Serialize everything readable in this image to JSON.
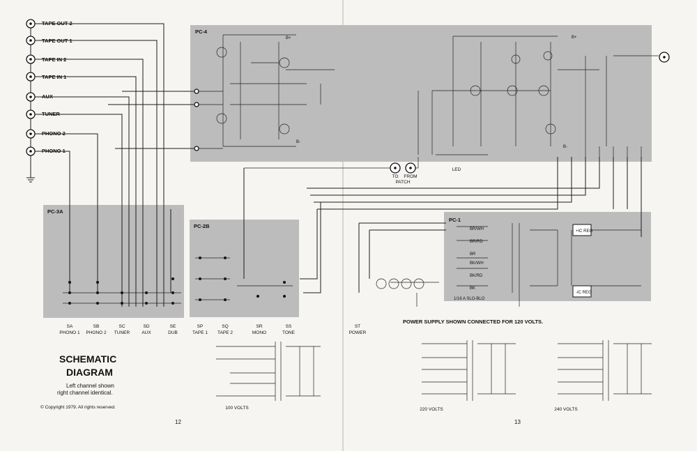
{
  "inputs": [
    "TAPE OUT 2",
    "TAPE OUT 1",
    "TAPE IN 2",
    "TAPE IN 1",
    "AUX",
    "TUNER",
    "PHONO 2",
    "PHONO 1"
  ],
  "boards": [
    "PC-4",
    "PC-3A",
    "PC-2B",
    "PC-1"
  ],
  "switches": [
    {
      "code": "SA",
      "name": "PHONO 1"
    },
    {
      "code": "SB",
      "name": "PHONO 2"
    },
    {
      "code": "SC",
      "name": "TUNER"
    },
    {
      "code": "SD",
      "name": "AUX"
    },
    {
      "code": "SE",
      "name": "DUB"
    },
    {
      "code": "SP",
      "name": "TAPE 1"
    },
    {
      "code": "SQ",
      "name": "TAPE 2"
    },
    {
      "code": "SR",
      "name": "MONO"
    },
    {
      "code": "SS",
      "name": "TONE"
    },
    {
      "code": "ST",
      "name": "POWER"
    }
  ],
  "patch": {
    "to": "TO",
    "from": "FROM",
    "label": "PATCH"
  },
  "led": "LED",
  "rails": {
    "b_plus": "B+",
    "b_minus": "B-"
  },
  "taps": [
    "BR/WH",
    "BR/RD",
    "BR",
    "BK/WH",
    "BK/RD",
    "BK"
  ],
  "fuse": "1/16 A SLO-BLO",
  "regulators": [
    "+IC REG",
    "-IC REG"
  ],
  "power_note": "POWER SUPPLY SHOWN CONNECTED FOR 120 VOLTS.",
  "voltage_variants": [
    "100 VOLTS",
    "220 VOLTS",
    "240 VOLTS"
  ],
  "title": {
    "line1": "SCHEMATIC",
    "line2": "DIAGRAM"
  },
  "caption": [
    "Left channel shown",
    "right channel identical."
  ],
  "copyright": "© Copyright 1979. All rights reserved.",
  "pages": [
    "12",
    "13"
  ]
}
